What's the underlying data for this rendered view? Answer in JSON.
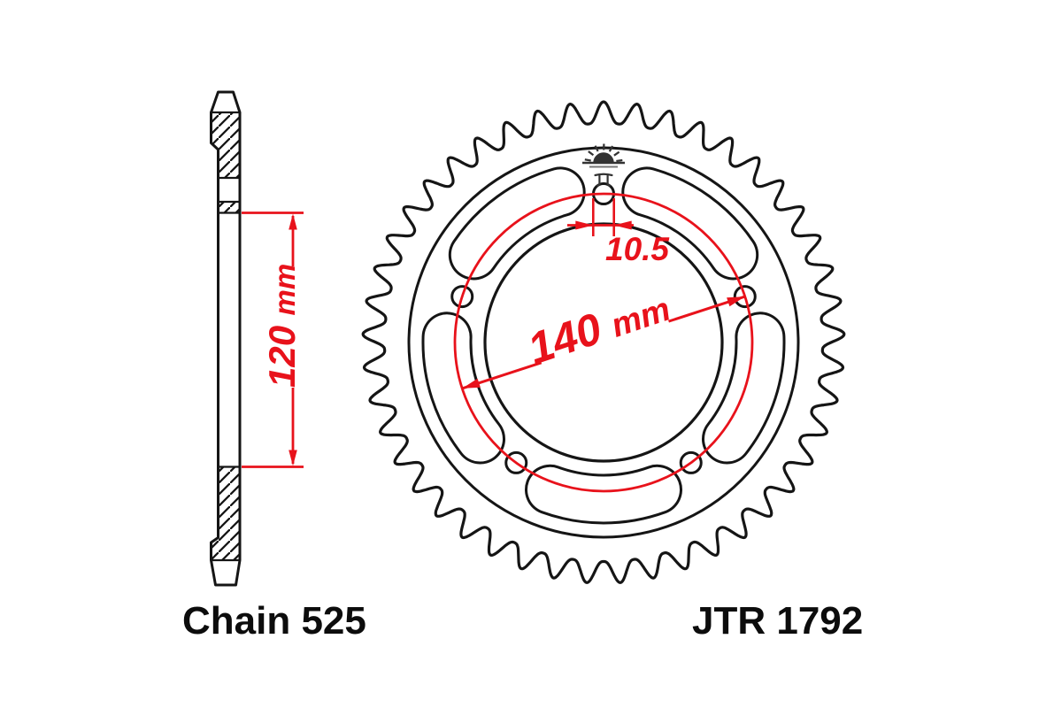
{
  "drawing": {
    "part_number": "JTR 1792",
    "chain_label": "Chain 525",
    "logo": "jt-rising-sun-logo",
    "views": {
      "side_view": {
        "dimension": {
          "value": "120",
          "unit": "mm"
        }
      },
      "front_view": {
        "bolt_circle_dimension": {
          "value": "140",
          "unit": "mm"
        },
        "bolt_hole_dimension": {
          "value": "10.5"
        },
        "teeth_count_visible": 45,
        "bolt_hole_count": 5,
        "slot_count": 5
      }
    },
    "colors": {
      "line": "#151515",
      "dimension_red": "#e8121b",
      "background": "#ffffff"
    }
  }
}
